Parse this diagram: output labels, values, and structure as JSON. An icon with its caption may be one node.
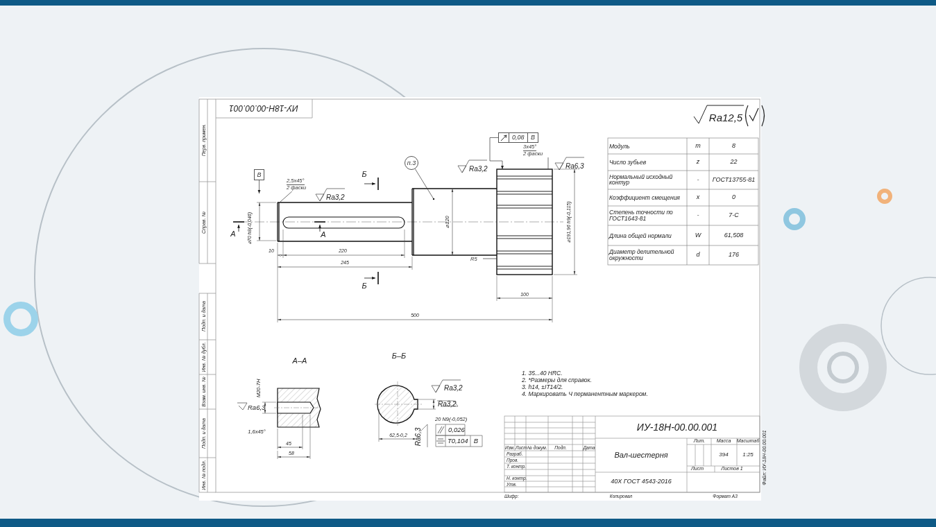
{
  "diagram": {
    "nodes": [
      {
        "text": [
          "п.3"
        ]
      },
      {
        "text": [
          "B"
        ]
      },
      {
        "text": [
          "0,08",
          "B"
        ]
      },
      {
        "text": [
          "2,5x45°",
          "2 фаски"
        ]
      },
      {
        "text": [
          "R5"
        ]
      },
      {
        "text": [
          "3x45°",
          "2 фаски"
        ]
      },
      {
        "text": [],
        "shape": "box"
      }
    ],
    "edges": [
      {
        "from": 0,
        "to": null,
        "arrow": "none"
      },
      {
        "from": 1,
        "to": null,
        "arrow": "to"
      },
      {
        "from": 2,
        "to": 6,
        "arrow": "to"
      },
      {
        "from": 3,
        "to": null,
        "arrow": "none"
      },
      {
        "from": 4,
        "to": 6,
        "arrow": "none"
      },
      {
        "from": 5,
        "to": 6,
        "arrow": "none"
      }
    ],
    "labels": [
      "Перв. примен.",
      "Справ. №",
      "Подп. и дата",
      "Инв. № дубл.",
      "Взам. инв. №",
      "Подп. и дата",
      "Инв. № подл.",
      "ИУ-18Н-00.00.001",
      "Ra12,5",
      "Ra3,2",
      "Б",
      "Ra3,2",
      "Ra6,3",
      "А",
      "⌀70 h8(-0,046)",
      "А",
      "⌀120",
      "⌀191,96 h9(-0,115)",
      "10",
      "220",
      "245",
      "Б",
      "100",
      "500",
      "Модуль",
      "m",
      "8",
      "Число зубьев",
      "z",
      "22",
      "Нормальный исходный контур",
      "-",
      "ГОСТ13755-81",
      "Коэффициент смещения",
      "x",
      "0",
      "Степень точности по ГОСТ1643-81",
      "-",
      "7-C",
      "Длина общей нормали",
      "W",
      "61,508",
      "Диаметр делительной окружности",
      "d",
      "176",
      "А–А",
      "Б–Б",
      "М20-7Н",
      "Ra6,3",
      "1,6x45°",
      "45",
      "58",
      "Ra3,2",
      "Ra3,2",
      "62,5-0,2",
      "Ra6,3",
      "20 N9(-0,052)",
      "0,026",
      "T0,104",
      "B",
      "1. 35...40 HRC.",
      "2. *Размеры для справок.",
      "3. h14, ±IT14/2.",
      "4. Маркировать Ч перманентным маркером.",
      "ИУ-18Н-00.00.001",
      "Изм.",
      "Лист",
      "№ докум.",
      "Подп.",
      "Дата",
      "Разраб.",
      "Пров.",
      "Т. контр.",
      "Н. контр.",
      "Утв.",
      "Вал-шестерня",
      "Лит.",
      "Масса",
      "Масштаб",
      "394",
      "1:25",
      "Лист",
      "Листов 1",
      "40Х ГОСТ 4543-2016",
      "Шифр:",
      "Копировал",
      "Формат А3",
      "Файл: ИУ-18Н-00.00.001"
    ]
  }
}
